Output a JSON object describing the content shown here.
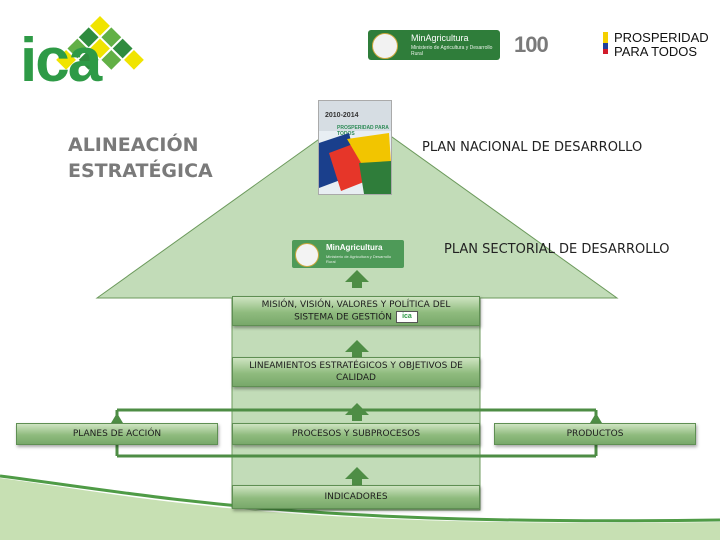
{
  "header": {
    "ica_logo_text": "ica",
    "minagricultura_logo_text": "MinAgricultura",
    "minagricultura_logo_subtext": "Ministerio de Agricultura y Desarrollo Rural",
    "centenary_text": "100",
    "prosperidad_line1": "PROSPERIDAD",
    "prosperidad_line2": "PARA TODOS"
  },
  "title": {
    "line1": "ALINEACIÓN",
    "line2": "ESTRATÉGICA"
  },
  "pnd_book": {
    "year_text": "2010-2014",
    "cover_title": "PROSPERIDAD PARA TODOS"
  },
  "minagri_mid_logo": {
    "text": "MinAgricultura",
    "subtext": "Ministerio de Agricultura y Desarrollo Rural"
  },
  "labels": {
    "plan_nacional": "PLAN NACIONAL DE DESARROLLO",
    "plan_sectorial": "PLAN SECTORIAL DE DESARROLLO"
  },
  "boxes": {
    "mision_line1": "MISIÓN, VISIÓN, VALORES Y POLÍTICA DEL",
    "mision_line2": "SISTEMA DE GESTIÓN",
    "mini_ica": "ica",
    "lineamientos_line1": "LINEAMIENTOS ESTRATÉGICOS Y OBJETIVOS DE",
    "lineamientos_line2": "CALIDAD",
    "planes_accion": "PLANES DE ACCIÓN",
    "procesos": "PROCESOS Y SUBPROCESOS",
    "productos": "PRODUCTOS",
    "indicadores": "INDICADORES"
  },
  "colors": {
    "ica_green": "#2e9a46",
    "house_green": "#90c07e",
    "arrow_green": "#4e8d45",
    "box_green": "#8fbb7e",
    "title_gray": "#7a7a7a",
    "flag_yellow": "#f4d000",
    "flag_blue": "#1f3f9a",
    "flag_red": "#d11a2a"
  }
}
